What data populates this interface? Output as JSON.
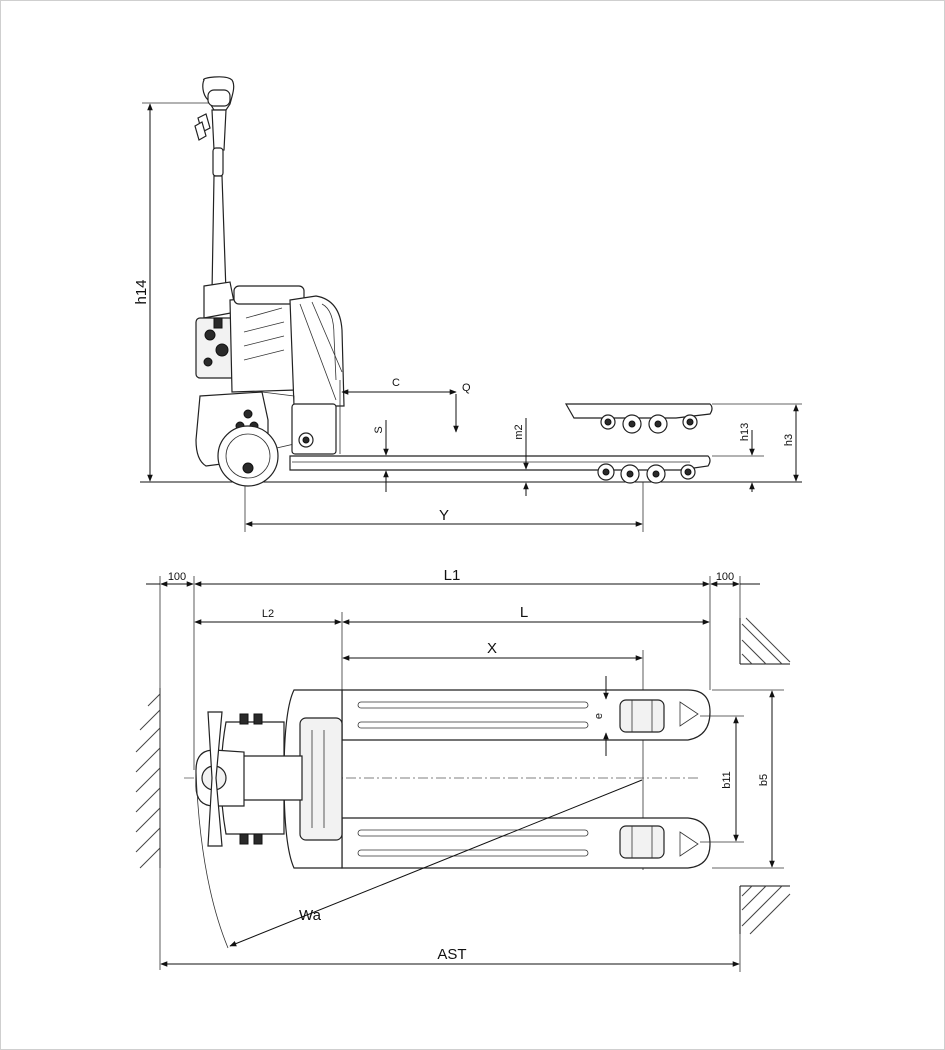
{
  "diagram": {
    "side_view_labels": {
      "h14": "h14",
      "C": "C",
      "Q": "Q",
      "S": "S",
      "m2": "m2",
      "h13": "h13",
      "h3": "h3",
      "Y": "Y"
    },
    "top_view_labels": {
      "clearance_left": "100",
      "L1": "L1",
      "clearance_right": "100",
      "L2": "L2",
      "L": "L",
      "X": "X",
      "e": "e",
      "b11": "b11",
      "b5": "b5",
      "Wa": "Wa",
      "AST": "AST"
    }
  }
}
